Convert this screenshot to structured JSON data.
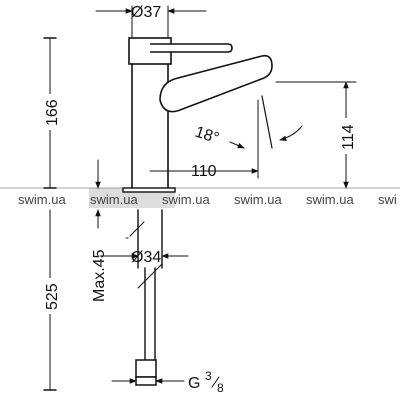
{
  "drawing": {
    "dimensions": {
      "top_diameter": "Ø37",
      "height_total": "166",
      "spout_reach": "110",
      "spout_height": "114",
      "angle": "18°",
      "max_thickness": "Max.45",
      "hole_diameter": "Ø34",
      "hose_length": "525",
      "connection_g": "G",
      "connection_num": "3",
      "connection_den": "8"
    },
    "watermark": {
      "text": "swim.ua",
      "partial": "swi"
    }
  }
}
